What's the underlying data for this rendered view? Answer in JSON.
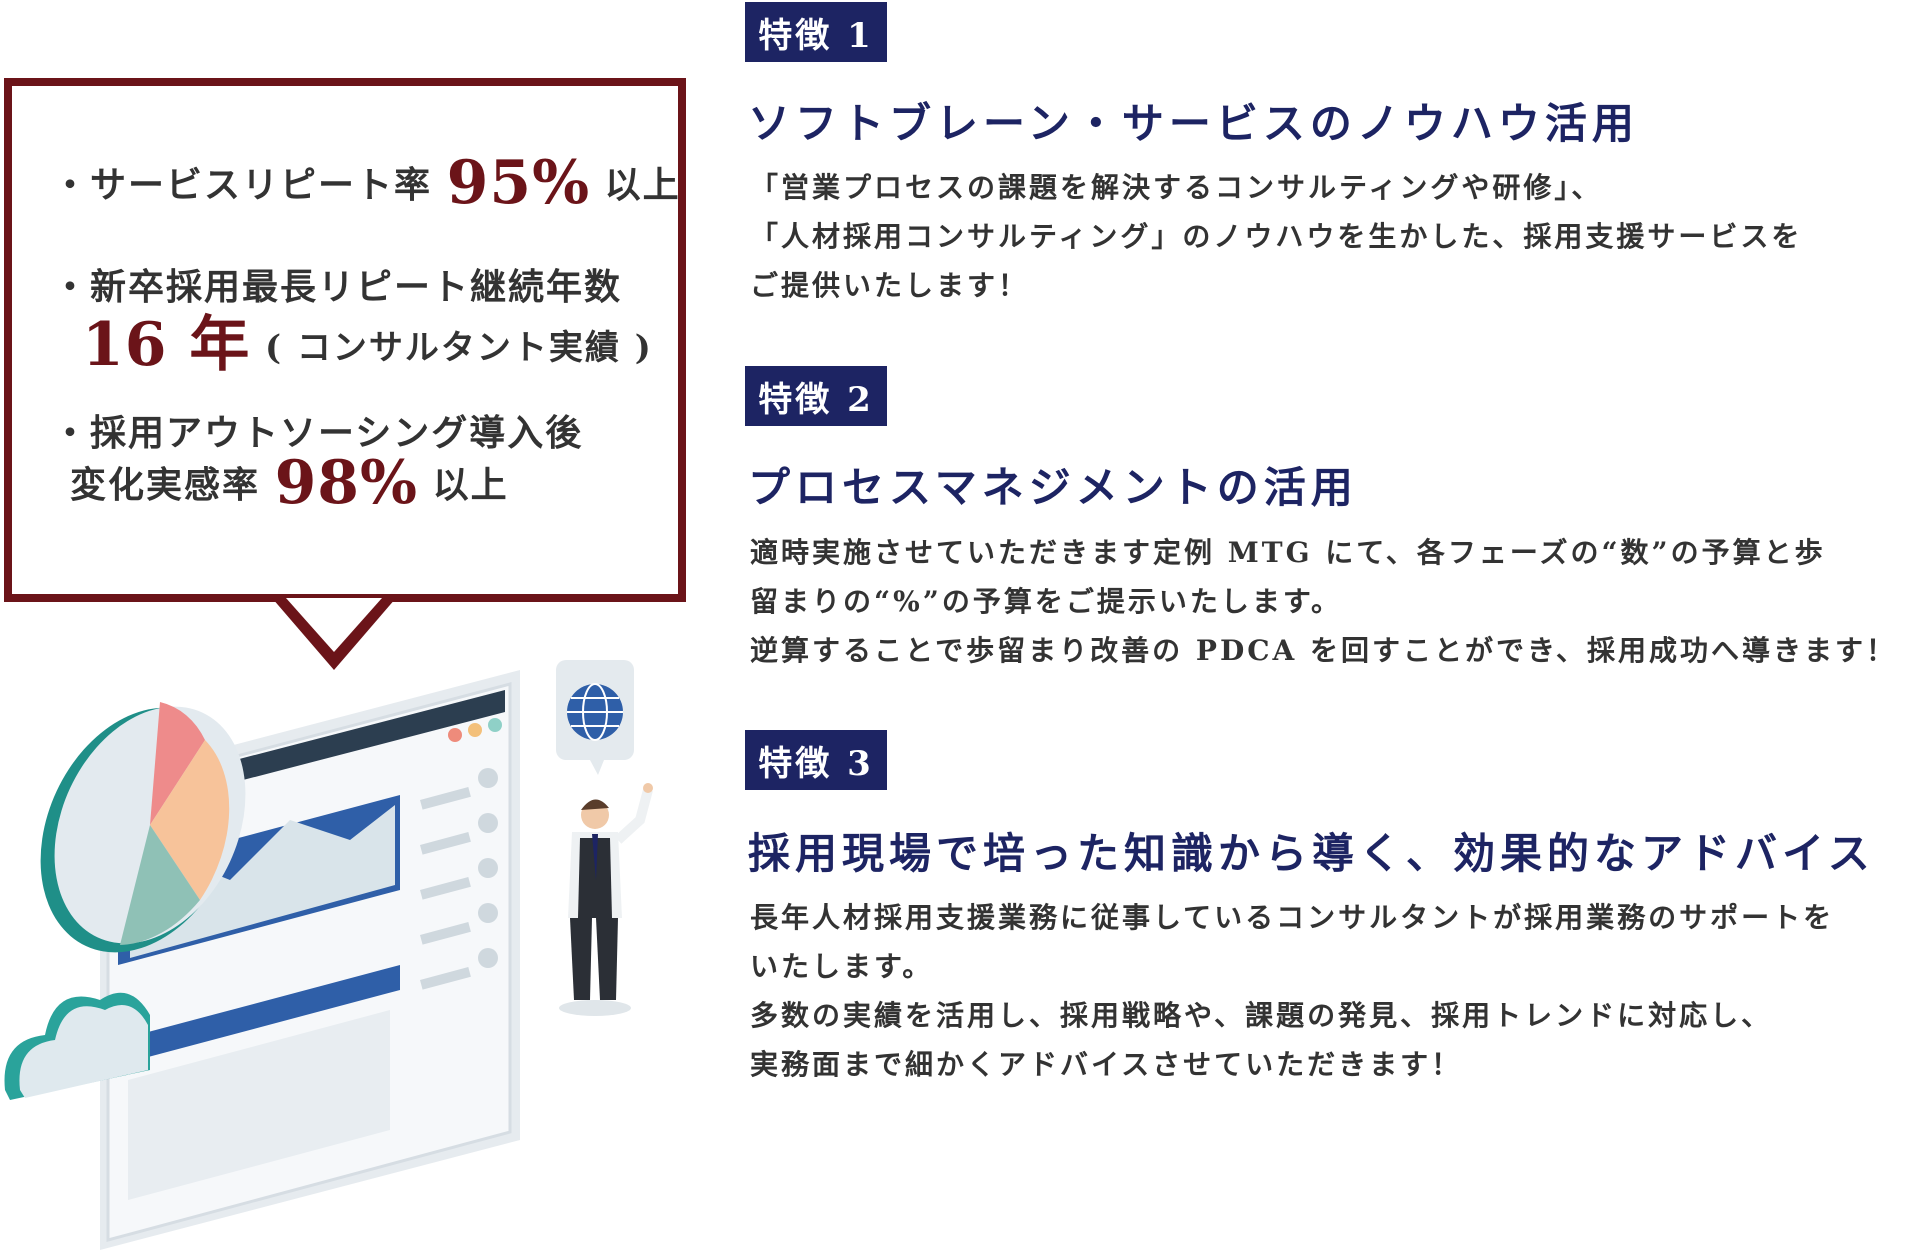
{
  "stats": {
    "item1": {
      "bullet": "・",
      "text": "サービスリピート率",
      "value": "95%",
      "suffix": "以上"
    },
    "item2": {
      "bullet": "・",
      "text": "新卒採用最長リピート継続年数",
      "value": "16 年",
      "note": "( コンサルタント実績 )"
    },
    "item3": {
      "bullet": "・",
      "text": "採用アウトソーシング導入後",
      "text2": "変化実感率",
      "value": "98%",
      "suffix": "以上"
    }
  },
  "features": [
    {
      "badge": "特徴 1",
      "title": "ソフトブレーン・サービスのノウハウ活用",
      "lines": [
        "「営業プロセスの課題を解決するコンサルティングや研修」、",
        "「人材採用コンサルティング」のノウハウを生かした、採用支援サービスを",
        "ご提供いたします！"
      ]
    },
    {
      "badge": "特徴 2",
      "title": "プロセスマネジメントの活用",
      "lines": [
        "適時実施させていただきます定例 MTG にて、各フェーズの“数”の予算と歩",
        "留まりの“%”の予算をご提示いたします。",
        "逆算することで歩留まり改善の PDCA を回すことができ、採用成功へ導きます！"
      ]
    },
    {
      "badge": "特徴 3",
      "title": "採用現場で培った知識から導く、効果的なアドバイス",
      "lines": [
        "長年人材採用支援業務に従事しているコンサルタントが採用業務のサポートを",
        "いたします。",
        "多数の実績を活用し、採用戦略や、課題の発見、採用トレンドに対応し、",
        "実務面まで細かくアドバイスさせていただきます！"
      ]
    }
  ],
  "colors": {
    "navy": "#1d2463",
    "maroon": "#6b1419",
    "teal": "#2aa39b",
    "blue": "#2f5fa8"
  },
  "icons": [
    "pie-chart-icon",
    "cloud-icon",
    "globe-icon",
    "browser-window-illustration",
    "businessman-illustration"
  ]
}
